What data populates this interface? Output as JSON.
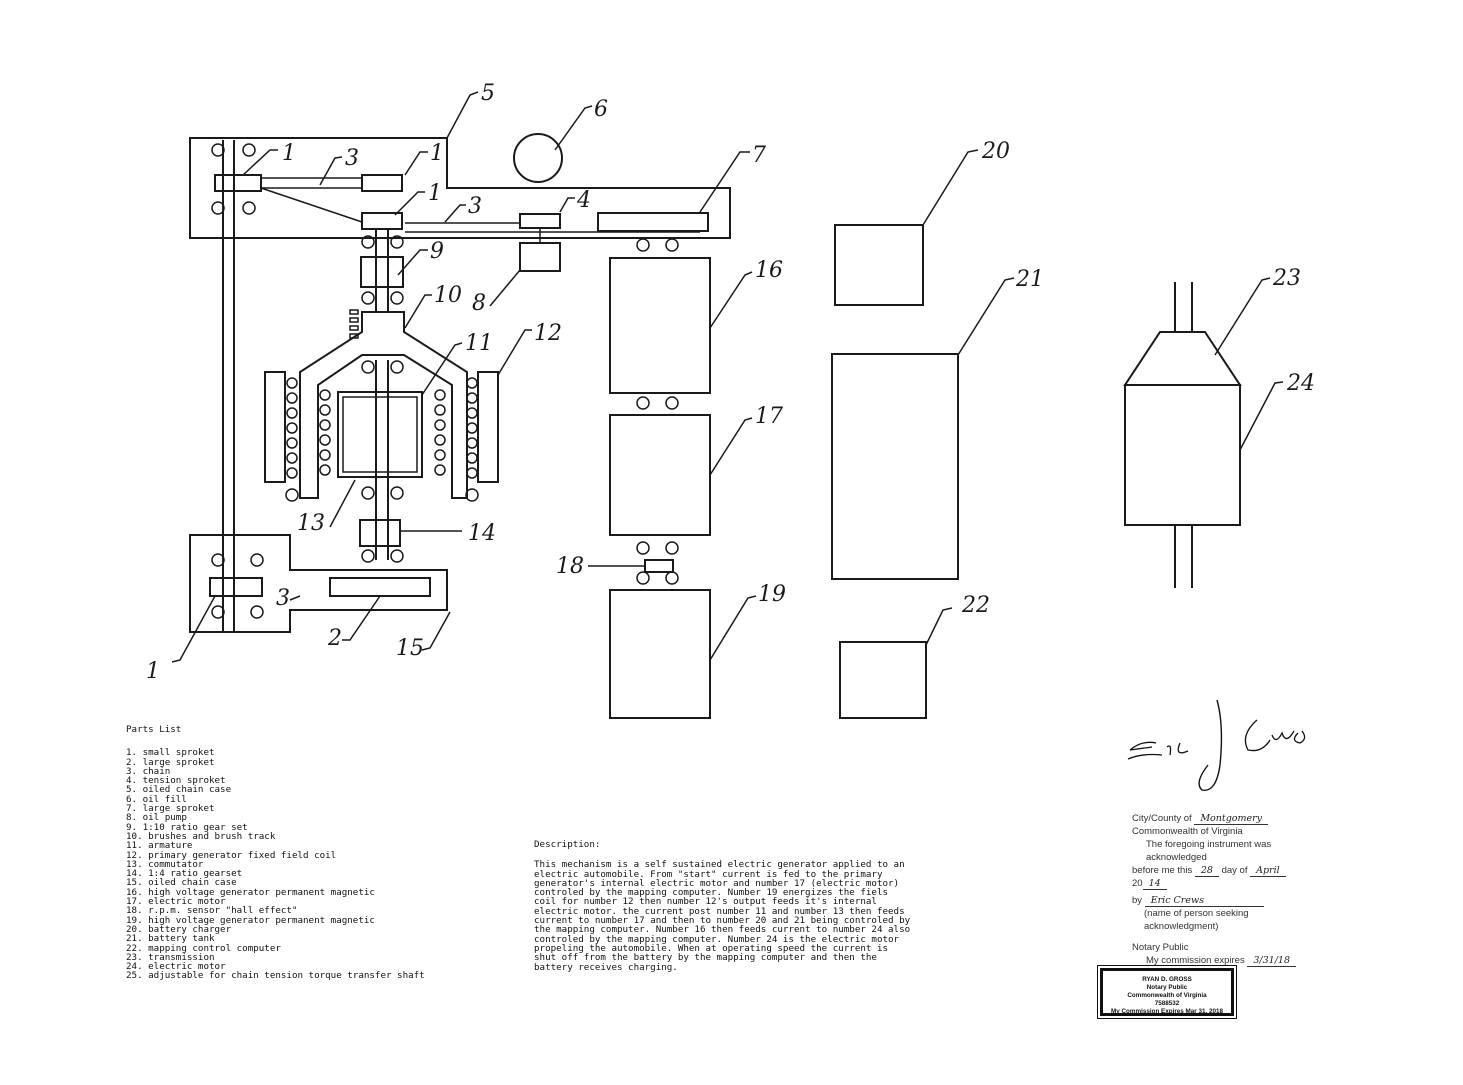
{
  "labels": {
    "n1a": "1",
    "n1b": "1",
    "n1c": "1",
    "n1d": "1",
    "n2": "2",
    "n3a": "3",
    "n3b": "3",
    "n3c": "3",
    "n4": "4",
    "n5": "5",
    "n6": "6",
    "n7": "7",
    "n8": "8",
    "n9": "9",
    "n10": "10",
    "n11": "11",
    "n12": "12",
    "n13": "13",
    "n14": "14",
    "n15": "15",
    "n16": "16",
    "n17": "17",
    "n18": "18",
    "n19": "19",
    "n20": "20",
    "n21": "21",
    "n22": "22",
    "n23": "23",
    "n24": "24"
  },
  "parts_list": {
    "title": "Parts List",
    "items": [
      "1. small sproket",
      "2. large sproket",
      "3. chain",
      "4. tension sproket",
      "5. oiled chain case",
      "6. oil fill",
      "7. large sproket",
      "8. oil pump",
      "9. 1:10 ratio gear set",
      "10. brushes and brush track",
      "11. armature",
      "12. primary generator fixed field coil",
      "13. commutator",
      "14. 1:4 ratio gearset",
      "15. oiled chain case",
      "16. high voltage generator permanent magnetic",
      "17. electric motor",
      "18. r.p.m. sensor \"hall effect\"",
      "19. high voltage generator permanent magnetic",
      "20. battery charger",
      "21. battery tank",
      "22. mapping control computer",
      "23. transmission",
      "24. electric motor",
      "25. adjustable for chain tension torque transfer shaft"
    ]
  },
  "description": {
    "title": "Description:",
    "text": "This mechanism is a self sustained electric generator applied to an electric automobile. From \"start\" current is fed to the primary generator's internal electric motor and number 17 (electric motor) controled by the mapping computer. Number 19 energizes the fiels coil for number 12 then number 12's output feeds it's internal electric motor. the current post number 11 and number 13 then feeds current to number 17 and then to number 20 and 21 being controled by the mapping computer. Number 16 then feeds current to number 24 also controled by the mapping computer. Number 24 is the electric motor propeling the automobile. When at operating speed the current is shut off from the battery by the mapping computer and then the battery receives charging."
  },
  "signature": {
    "name": "Eric J Crews"
  },
  "notary": {
    "county_label": "City/County of",
    "county_value": "Montgomery",
    "commonwealth": "Commonwealth of Virginia",
    "ack_line": "The foregoing instrument was acknowledged",
    "before_me": "before me this",
    "day_value": "28",
    "day_of": "day of",
    "month_value": "April",
    "year_prefix": "20",
    "year_value": "14",
    "by_label": "by",
    "by_value": "Eric Crews",
    "name_note": "(name of person seeking acknowledgment)",
    "notary_public": "Notary Public",
    "expires_label": "My commission expires",
    "expires_value": "3/31/18"
  },
  "stamp": {
    "lines": [
      "RYAN D. GROSS",
      "Notary Public",
      "Commonwealth of Virginia",
      "7588532",
      "My Commission Expires Mar 31, 2018"
    ]
  }
}
